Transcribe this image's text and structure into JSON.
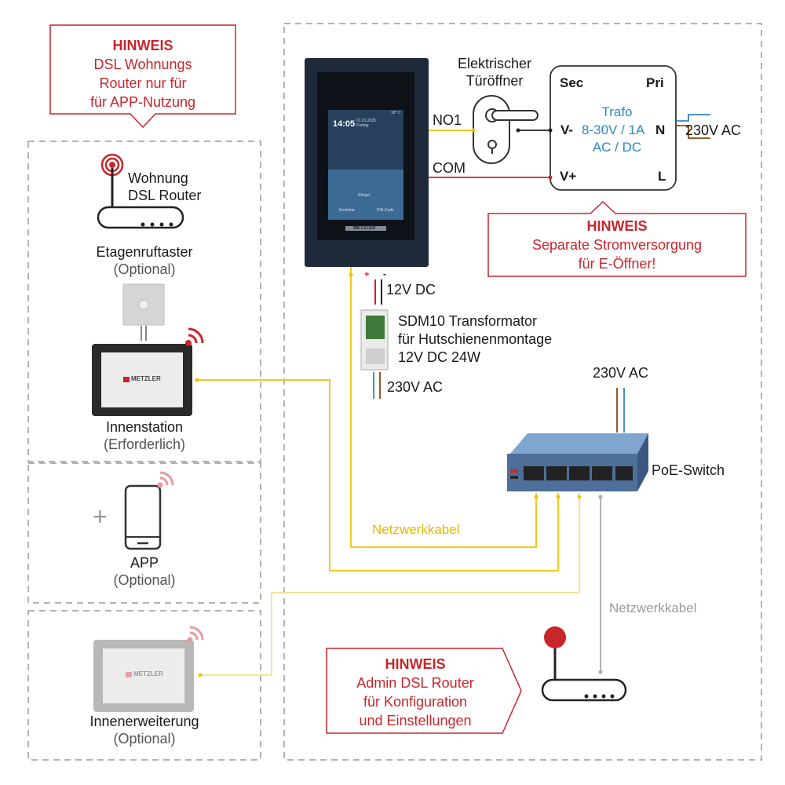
{
  "hinweis_router": {
    "title": "HINWEIS",
    "lines": [
      "DSL Wohnungs",
      "Router nur für",
      "für APP-Nutzung"
    ]
  },
  "hinweis_power": {
    "title": "HINWEIS",
    "lines": [
      "Separate Stromversorgung",
      "für E-Öffner!"
    ]
  },
  "hinweis_admin": {
    "title": "HINWEIS",
    "lines": [
      "Admin DSL Router",
      "für Konfiguration",
      "und Einstellungen"
    ]
  },
  "wohnung_router": {
    "lines": [
      "Wohnung",
      "DSL Router"
    ]
  },
  "etagenruftaster": {
    "label": "Etagenruftaster",
    "sub": "(Optional)"
  },
  "innenstation": {
    "label": "Innenstation",
    "sub": "(Erforderlich)",
    "brand": "METZLER"
  },
  "app": {
    "plus": "+",
    "label": "APP",
    "sub": "(Optional)"
  },
  "innenerweiterung": {
    "label": "Innenerweiterung",
    "sub": "(Optional)",
    "brand": "METZLER"
  },
  "outdoor": {
    "time": "14:05",
    "date": "01.01.2025",
    "day": "Freitag",
    "temp": "18° C",
    "btn1": "Klingel",
    "btn2": "Kontakte",
    "btn3": "PIN-Code",
    "brand": "METZLER"
  },
  "tueroeffner": {
    "lines": [
      "Elektrischer",
      "Türöffner"
    ]
  },
  "wires": {
    "no1": "NO1",
    "com": "COM"
  },
  "trafo": {
    "sec": "Sec",
    "pri": "Pri",
    "title": "Trafo",
    "v_minus": "V-",
    "rating": "8-30V / 1A",
    "n": "N",
    "acdc": "AC / DC",
    "v_plus": "V+",
    "l": "L",
    "mains": "230V AC"
  },
  "dc12": {
    "plus": "+",
    "minus": "-",
    "label": "12V DC"
  },
  "sdm10": {
    "lines": [
      "SDM10 Transformator",
      "für Hutschienenmontage",
      "12V DC 24W"
    ],
    "mains": "230V AC"
  },
  "poe": {
    "mains": "230V AC",
    "label": "PoE-Switch"
  },
  "network": {
    "yellow_label": "Netzwerkkabel",
    "gray_label": "Netzwerkkabel"
  },
  "colors": {
    "red": "#c8262b",
    "yellow": "#f2c200",
    "blue": "#2f86c9",
    "gray": "#aaaaaa",
    "dark": "#1e2a3a"
  },
  "icons": [
    "router-icon",
    "wifi-signal-icon",
    "smartphone-icon",
    "door-handle-icon",
    "poe-switch-icon",
    "din-rail-transformer-icon",
    "call-button-icon"
  ]
}
